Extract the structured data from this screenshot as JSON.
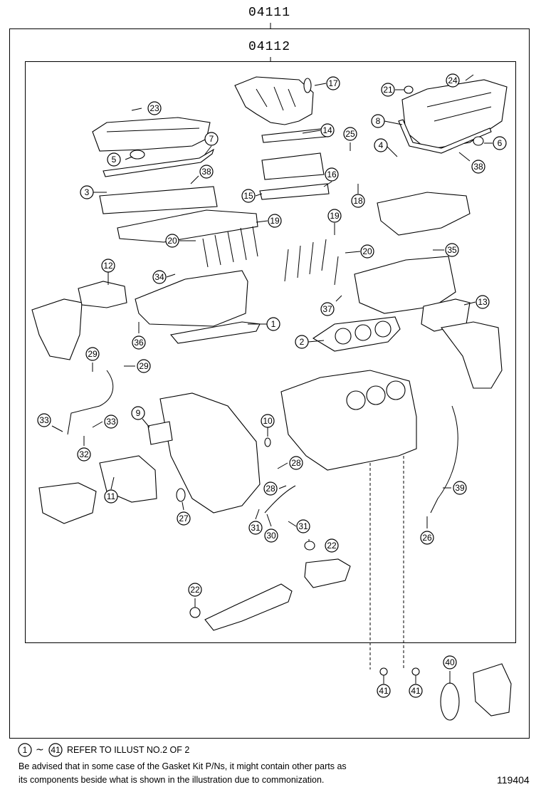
{
  "kit_outer": {
    "code": "04111"
  },
  "kit_inner": {
    "code": "04112"
  },
  "callouts": [
    {
      "n": "1"
    },
    {
      "n": "2"
    },
    {
      "n": "3"
    },
    {
      "n": "4"
    },
    {
      "n": "5"
    },
    {
      "n": "6"
    },
    {
      "n": "7"
    },
    {
      "n": "8"
    },
    {
      "n": "9"
    },
    {
      "n": "10"
    },
    {
      "n": "11"
    },
    {
      "n": "12"
    },
    {
      "n": "13"
    },
    {
      "n": "14"
    },
    {
      "n": "15"
    },
    {
      "n": "16"
    },
    {
      "n": "17"
    },
    {
      "n": "18"
    },
    {
      "n": "19"
    },
    {
      "n": "19"
    },
    {
      "n": "20"
    },
    {
      "n": "20"
    },
    {
      "n": "21"
    },
    {
      "n": "22"
    },
    {
      "n": "22"
    },
    {
      "n": "23"
    },
    {
      "n": "24"
    },
    {
      "n": "25"
    },
    {
      "n": "26"
    },
    {
      "n": "27"
    },
    {
      "n": "28"
    },
    {
      "n": "28"
    },
    {
      "n": "29"
    },
    {
      "n": "29"
    },
    {
      "n": "30"
    },
    {
      "n": "31"
    },
    {
      "n": "31"
    },
    {
      "n": "32"
    },
    {
      "n": "33"
    },
    {
      "n": "33"
    },
    {
      "n": "34"
    },
    {
      "n": "35"
    },
    {
      "n": "36"
    },
    {
      "n": "37"
    },
    {
      "n": "38"
    },
    {
      "n": "38"
    },
    {
      "n": "39"
    },
    {
      "n": "40"
    },
    {
      "n": "41"
    },
    {
      "n": "41"
    }
  ],
  "footer": {
    "range_start": "1",
    "range_sep": "~",
    "range_end": "41",
    "range_text": "REFER TO ILLUST NO.2 OF 2",
    "note_line1": "Be advised that in some case of the Gasket Kit P/Ns,  it might contain other parts as",
    "note_line2": "its components beside what is shown in the illustration due to commonization.",
    "image_id": "119404"
  }
}
